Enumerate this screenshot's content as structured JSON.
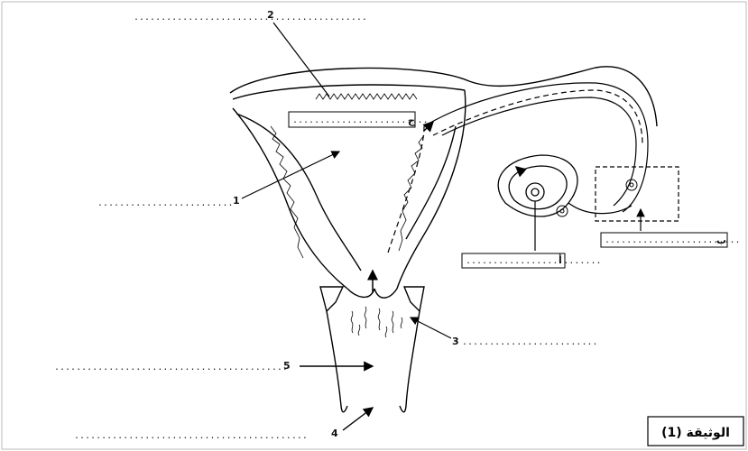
{
  "labels": {
    "n1": "1",
    "n2": "2",
    "n3": "3",
    "n4": "4",
    "n5": "5",
    "box_a": "أ",
    "box_b": "ب",
    "box_c": "ج"
  },
  "blank_line": "...........................................",
  "blank_short": ".........................",
  "caption": "الوثيقة (1)"
}
